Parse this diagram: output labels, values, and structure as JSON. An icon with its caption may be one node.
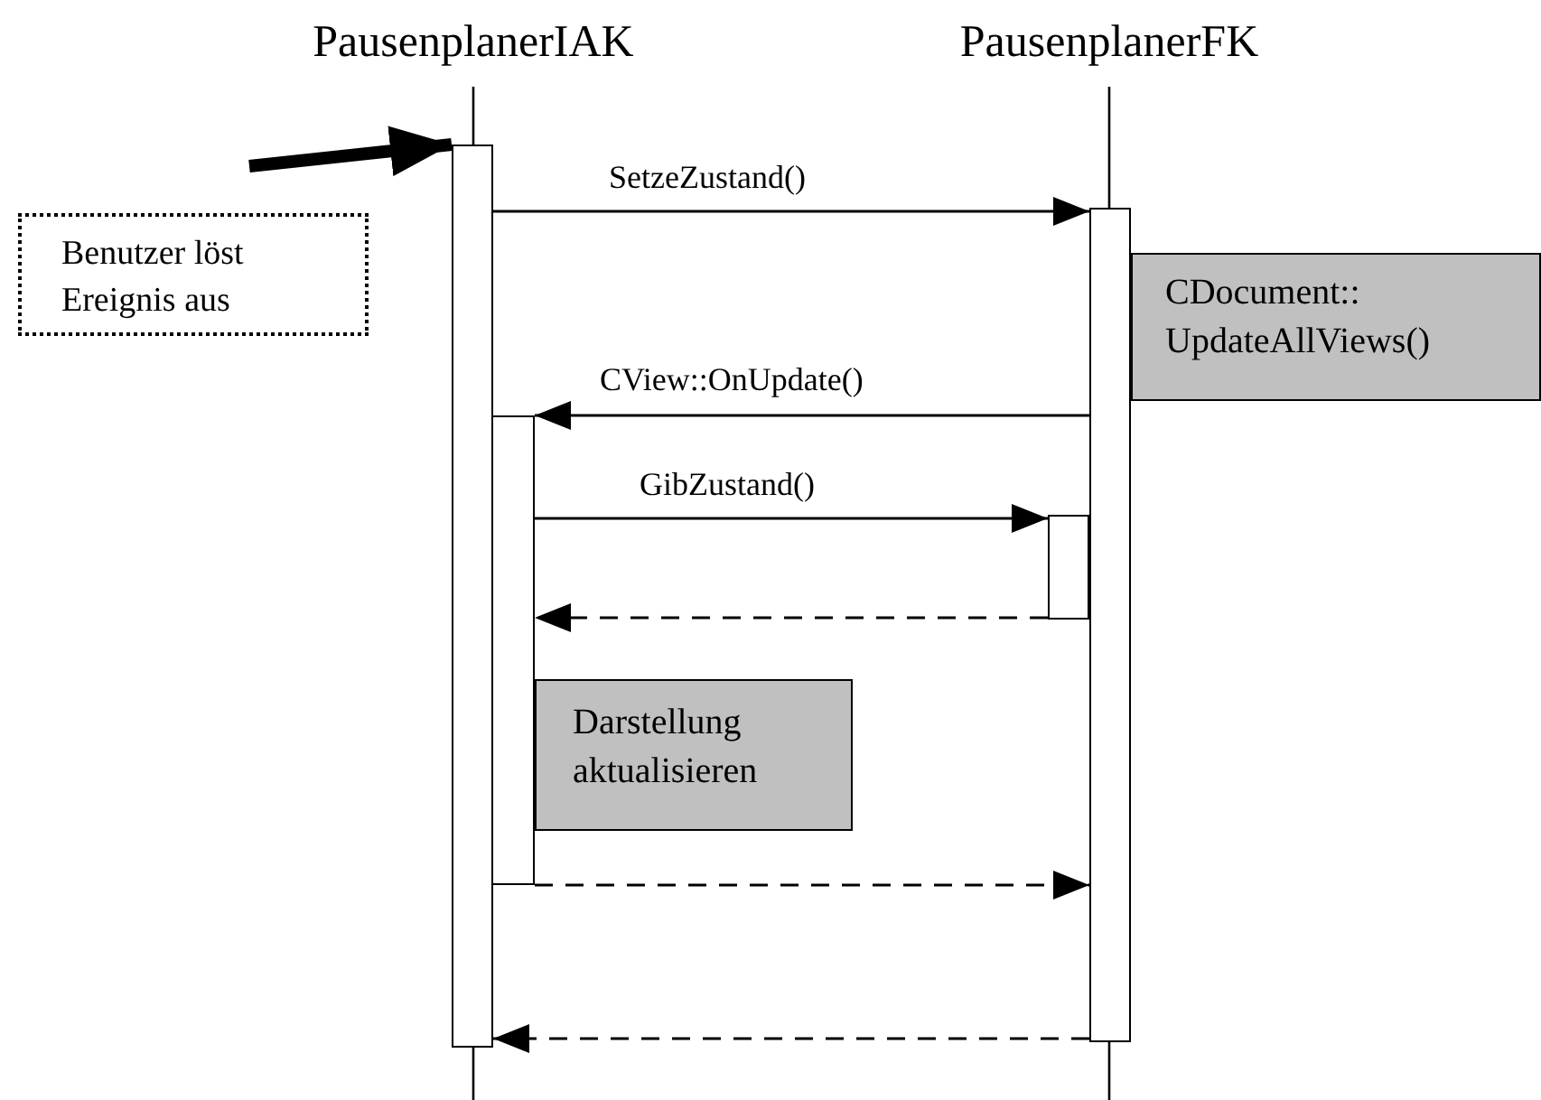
{
  "diagram": {
    "nodes": [
      {
        "text": [
          "PausenplanerIAK"
        ]
      },
      {
        "text": [
          "PausenplanerFK"
        ]
      },
      {
        "text": [
          "Benutzer löst Ereignis aus"
        ]
      },
      {
        "text": [],
        "shape": "bar"
      },
      {
        "text": [],
        "shape": "bar"
      },
      {
        "text": [],
        "shape": "bar"
      },
      {
        "text": [],
        "shape": "bar"
      },
      {
        "text": [
          "CDocument:: UpdateAllViews()"
        ]
      },
      {
        "text": [
          "Darstellung aktualisieren"
        ]
      }
    ],
    "edges": [
      {
        "from": null,
        "to": 3,
        "arrow": "to",
        "style": "thick"
      },
      {
        "from": 3,
        "to": 5,
        "arrow": "to",
        "label": "SetzeZustand()"
      },
      {
        "from": 5,
        "to": 4,
        "arrow": "to",
        "label": "CView::OnUpdate()"
      },
      {
        "from": 4,
        "to": 6,
        "arrow": "to",
        "label": "GibZustand()"
      },
      {
        "from": 6,
        "to": 4,
        "arrow": "to",
        "style": "dashed"
      },
      {
        "from": 4,
        "to": 5,
        "arrow": "to",
        "style": "dashed"
      },
      {
        "from": 5,
        "to": 3,
        "arrow": "to",
        "style": "dashed"
      }
    ]
  }
}
